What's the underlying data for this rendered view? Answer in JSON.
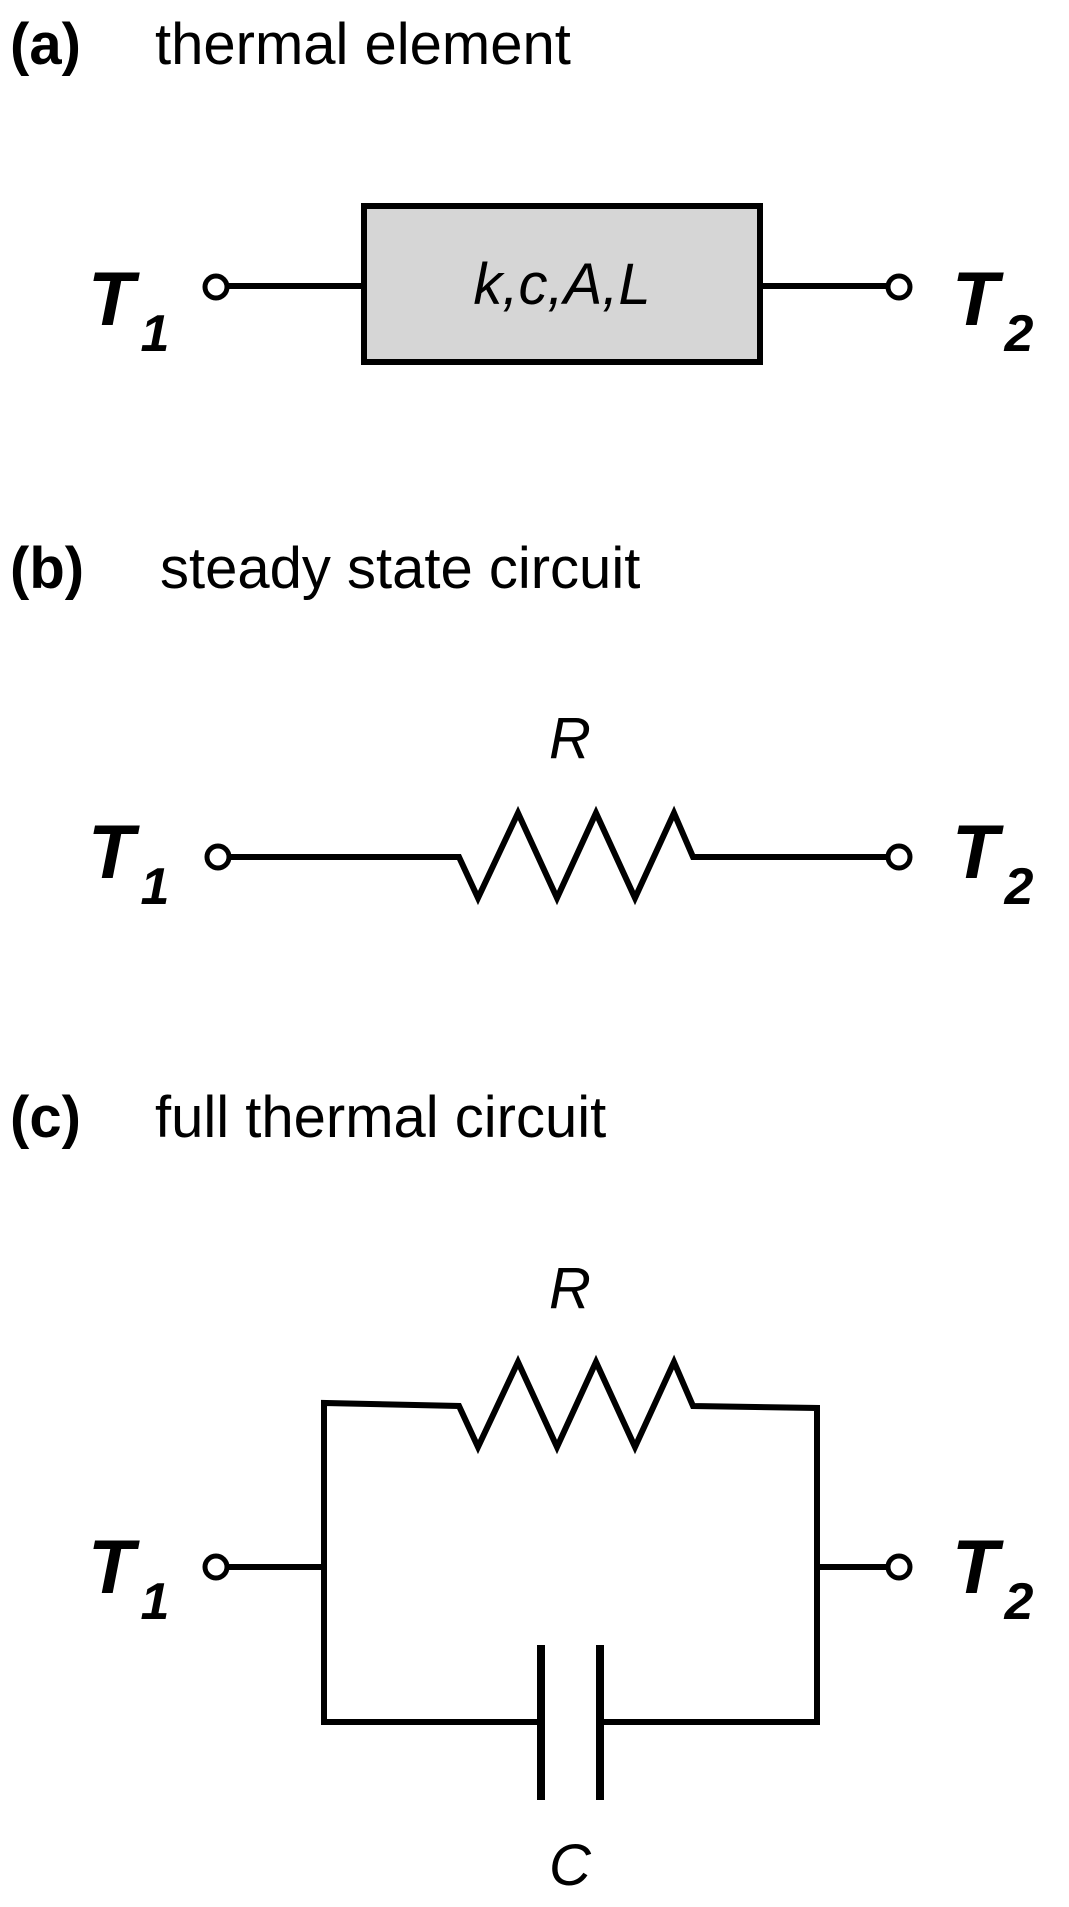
{
  "panels": [
    {
      "letter": "(a)",
      "title": "thermal element",
      "left_node": {
        "symbol": "T",
        "subscript": "1"
      },
      "right_node": {
        "symbol": "T",
        "subscript": "2"
      },
      "element_label": "k,c,A,L"
    },
    {
      "letter": "(b)",
      "title": "steady state circuit",
      "left_node": {
        "symbol": "T",
        "subscript": "1"
      },
      "right_node": {
        "symbol": "T",
        "subscript": "2"
      },
      "resistor_label": "R"
    },
    {
      "letter": "(c)",
      "title": "full thermal circuit",
      "left_node": {
        "symbol": "T",
        "subscript": "1"
      },
      "right_node": {
        "symbol": "T",
        "subscript": "2"
      },
      "resistor_label": "R",
      "capacitor_label": "C"
    }
  ],
  "colors": {
    "line": "#000000",
    "element_fill": "#d6d6d6",
    "background": "#ffffff"
  }
}
